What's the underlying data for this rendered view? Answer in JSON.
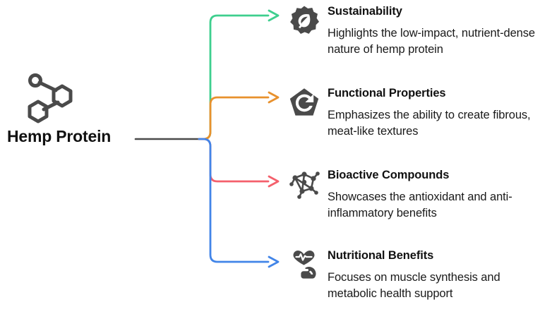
{
  "root": {
    "label": "Hemp Protein",
    "icon": "molecule-icon"
  },
  "colors": {
    "green": "#3ECF8E",
    "orange": "#E8912D",
    "red": "#F4606C",
    "blue": "#4285E8",
    "trunk": "#4a4a4a",
    "icon": "#4a4a4a",
    "text": "#111111",
    "background": "#ffffff"
  },
  "branches": [
    {
      "title": "Sustainability",
      "description": "Highlights the low-impact, nutrient-dense nature of hemp protein",
      "color": "#3ECF8E",
      "icon": "gear-leaf-icon"
    },
    {
      "title": "Functional Properties",
      "description": "Emphasizes the ability to create fibrous, meat-like textures",
      "color": "#E8912D",
      "icon": "pentagon-refresh-icon"
    },
    {
      "title": "Bioactive Compounds",
      "description": "Showcases the antioxidant and anti-inflammatory benefits",
      "color": "#F4606C",
      "icon": "molecule-network-icon"
    },
    {
      "title": "Nutritional Benefits",
      "description": "Focuses on muscle synthesis and metabolic health support",
      "color": "#4285E8",
      "icon": "heart-muscle-icon"
    }
  ]
}
